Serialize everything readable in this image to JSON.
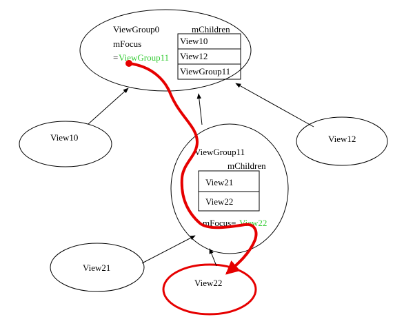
{
  "colors": {
    "outline": "#000000",
    "highlight": "#e60000",
    "focus_text": "#33cc33"
  },
  "viewgroup0": {
    "title": "ViewGroup0",
    "children_label": "mChildren",
    "children": [
      "View10",
      "View12",
      "ViewGroup11"
    ],
    "focus_label": "mFocus",
    "focus_prefix": "=",
    "focus_value": "ViewGroup11"
  },
  "viewgroup11": {
    "title": "ViewGroup11",
    "children_label": "mChildren",
    "children": [
      "View21",
      "View22"
    ],
    "focus_label": "mFocus=",
    "focus_value": "View22"
  },
  "views": {
    "view10": "View10",
    "view12": "View12",
    "view21": "View21",
    "view22": "View22"
  }
}
